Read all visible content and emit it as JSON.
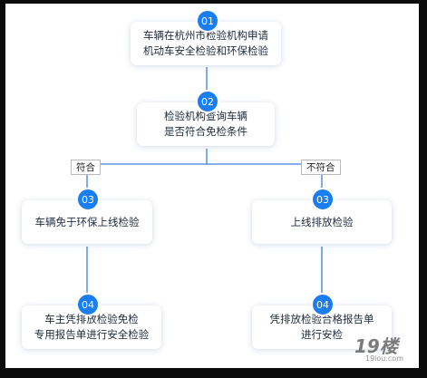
{
  "flow": {
    "step1": {
      "badge": "01",
      "text": "车辆在杭州市检验机构申请\n机动车安全检验和环保检验"
    },
    "step2": {
      "badge": "02",
      "text": "检验机构查询车辆\n是否符合免检条件"
    },
    "branch_yes": "符合",
    "branch_no": "不符合",
    "step3_yes": {
      "badge": "03",
      "text": "车辆免于环保上线检验"
    },
    "step3_no": {
      "badge": "03",
      "text": "上线排放检验"
    },
    "step4_yes": {
      "badge": "04",
      "text": "车主凭排放检验免检\n专用报告单进行安全检验"
    },
    "step4_no": {
      "badge": "04",
      "text": "凭排放检验合格报告单\n进行安检"
    }
  },
  "watermark": {
    "logo": "19楼",
    "site": "19lou.com"
  },
  "colors": {
    "accent": "#1a7df0",
    "line": "#3b7fd9",
    "frame": "#0b0b0b"
  }
}
